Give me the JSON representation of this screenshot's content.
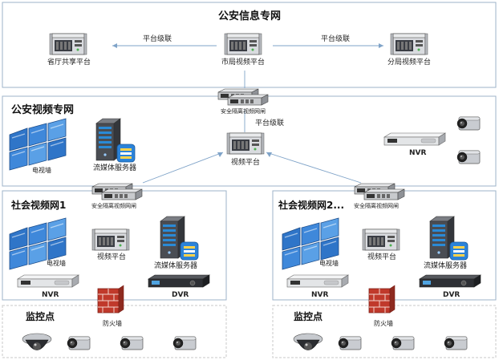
{
  "sections": {
    "info_network": "公安信息专网",
    "video_network": "公安视频专网",
    "social_network_1": "社会视频网1",
    "social_network_2": "社会视频网2...",
    "monitor_point_1": "监控点",
    "monitor_point_2": "监控点"
  },
  "devices": {
    "province_platform": "省厅共享平台",
    "city_platform": "市局视频平台",
    "branch_platform": "分局视频平台",
    "gateway_top": "安全隔离视频网闸",
    "gateway_social_1": "安全隔离视频网闸",
    "gateway_social_2": "安全隔离视频网闸",
    "video_platform": "视频平台",
    "tv_wall": "电视墙",
    "stream_server": "流媒体服务器",
    "nvr": "NVR",
    "s1_tv_wall": "电视墙",
    "s1_video_platform": "视频平台",
    "s1_stream_server": "流媒体服务器",
    "s1_nvr": "NVR",
    "s1_dvr": "DVR",
    "s1_firewall": "防火墙",
    "s2_tv_wall": "电视墙",
    "s2_video_platform": "视频平台",
    "s2_stream_server": "流媒体服务器",
    "s2_nvr": "NVR",
    "s2_dvr": "DVR",
    "s2_firewall": "防火墙"
  },
  "links": {
    "cascade_left": "平台级联",
    "cascade_right": "平台级联",
    "cascade_mid": "平台级联"
  },
  "colors": {
    "frame_border": "#9eb3c8",
    "link_line": "#7fa3c8",
    "server_body": "#5d6066",
    "firewall": "#c0392b",
    "stream_icon": "#2b83d9"
  }
}
